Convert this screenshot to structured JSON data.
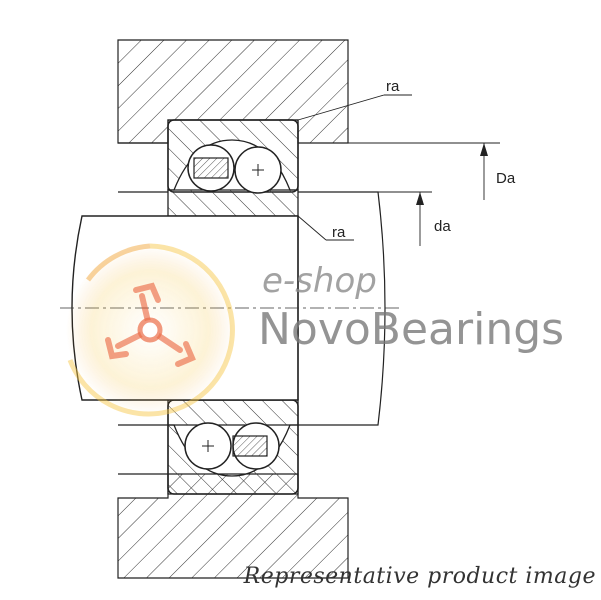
{
  "labels": {
    "ra_top": "ra",
    "ra_bottom": "ra",
    "Da": "Da",
    "da": "da"
  },
  "watermark": {
    "eshop": "e-shop",
    "brand": "NovoBearings",
    "logo_colors": [
      "#f0a030",
      "#f5c542",
      "#e8542a"
    ]
  },
  "caption": "Representative product image"
}
